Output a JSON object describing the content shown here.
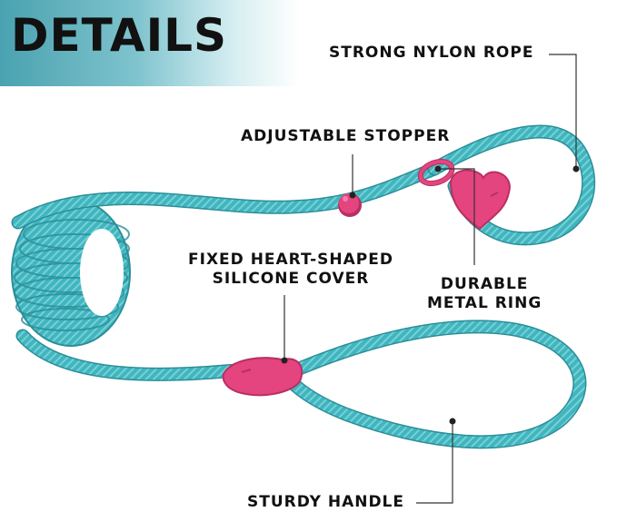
{
  "banner": {
    "title": "DETAILS"
  },
  "labels": {
    "rope": "STRONG NYLON ROPE",
    "stopper": "ADJUSTABLE STOPPER",
    "cover_line1": "FIXED HEART-SHAPED",
    "cover_line2": "SILICONE COVER",
    "ring_line1": "DURABLE",
    "ring_line2": "METAL RING",
    "handle": "STURDY HANDLE"
  },
  "colors": {
    "rope": "#3fb6bf",
    "rope_dark": "#2a8e98",
    "rope_light": "#9fe0e5",
    "silicone": "#e4457e",
    "silicone_dark": "#b92f63",
    "leader": "#333333"
  }
}
